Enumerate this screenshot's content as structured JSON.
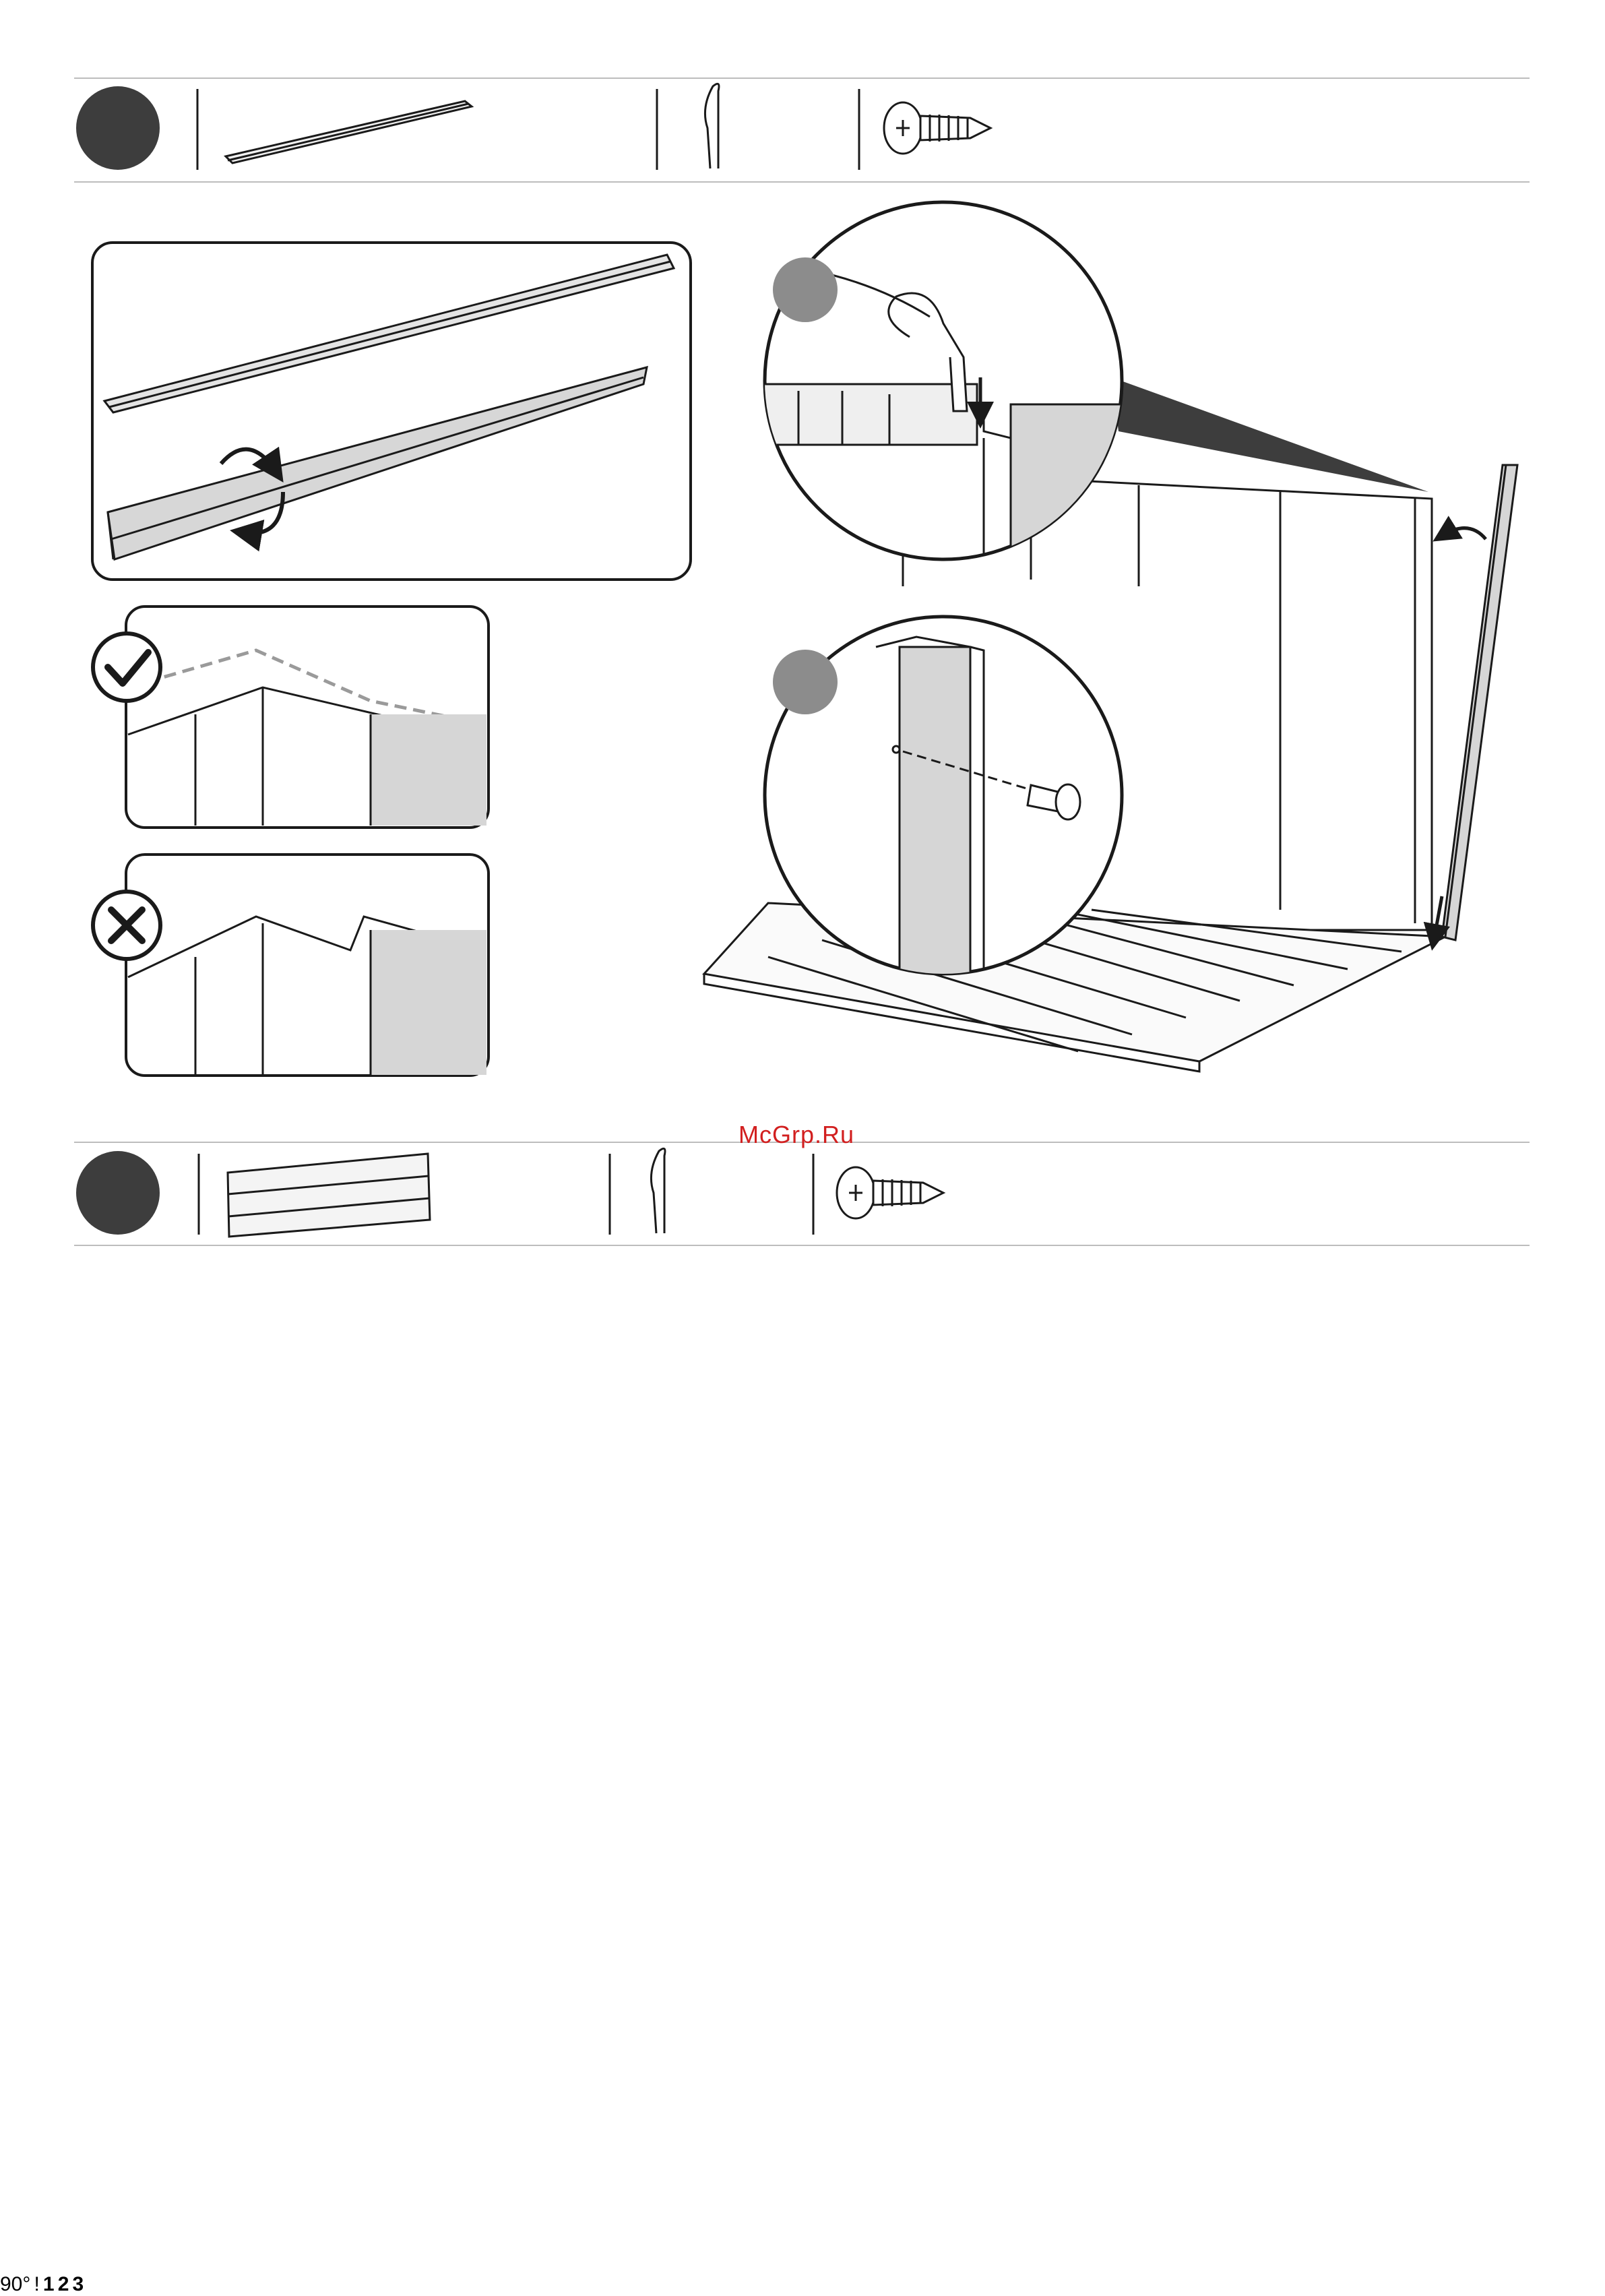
{
  "watermark": "McGrp.Ru",
  "drill_dial": {
    "settings": [
      "1",
      "2",
      "3"
    ],
    "selected": "1"
  },
  "angle_label": "90°",
  "caution_mark": "!",
  "colors": {
    "ink": "#1a1a1a",
    "step_circle": "#3d3d3d",
    "detail_badge": "#8c8c8c",
    "panel_fill": "#d6d6d6",
    "watermark": "#d21f1f"
  },
  "icons": {
    "correct": "check-icon",
    "incorrect": "cross-icon",
    "fastener": "screw-icon",
    "clip": "clip-icon",
    "tool": "drill-icon"
  }
}
